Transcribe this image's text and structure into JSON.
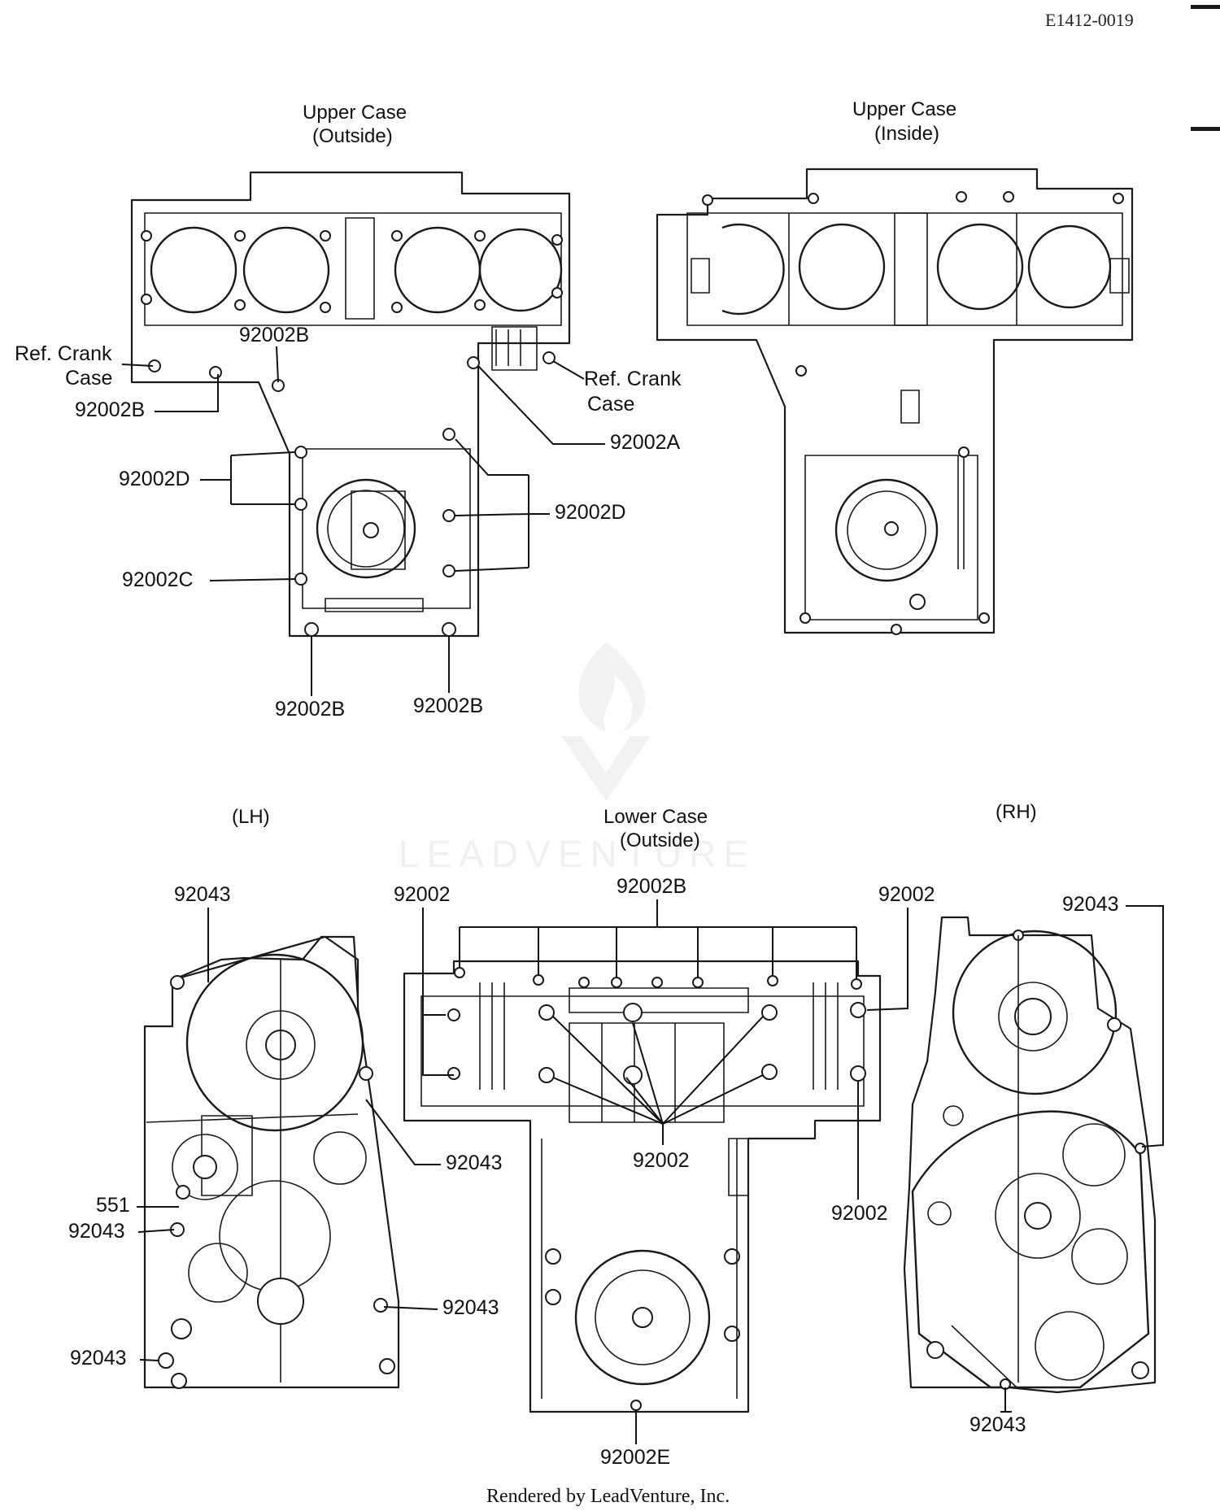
{
  "document": {
    "id": "E1412-0019",
    "footer": "Rendered by LeadVenture, Inc.",
    "watermark": "LEADVENTURE"
  },
  "views": {
    "upper_outside": {
      "title_line1": "Upper Case",
      "title_line2": "(Outside)"
    },
    "upper_inside": {
      "title_line1": "Upper Case",
      "title_line2": "(Inside)"
    },
    "lower_outside": {
      "title_line1": "Lower Case",
      "title_line2": "(Outside)"
    },
    "lh": {
      "title": "(LH)"
    },
    "rh": {
      "title": "(RH)"
    }
  },
  "callouts": {
    "upper_outside": {
      "ref_crank_left_1": "Ref. Crank",
      "ref_crank_left_2": "Case",
      "p_92002B_top": "92002B",
      "p_92002B_left": "92002B",
      "ref_crank_right_1": "Ref. Crank",
      "ref_crank_right_2": "Case",
      "p_92002A": "92002A",
      "p_92002D_left": "92002D",
      "p_92002D_right": "92002D",
      "p_92002C": "92002C",
      "p_92002B_bottom_left": "92002B",
      "p_92002B_bottom_right": "92002B"
    },
    "lh": {
      "p_92043_top": "92043",
      "p_92043_mid": "92043",
      "p_551": "551",
      "p_92043_left": "92043",
      "p_92043_right": "92043",
      "p_92043_bottom": "92043"
    },
    "lower_outside": {
      "p_92002_left": "92002",
      "p_92002B": "92002B",
      "p_92002_right": "92002",
      "p_92002_center": "92002",
      "p_92002_side": "92002",
      "p_92002E": "92002E"
    },
    "rh": {
      "p_92043_top": "92043",
      "p_92043_bottom": "92043"
    }
  }
}
